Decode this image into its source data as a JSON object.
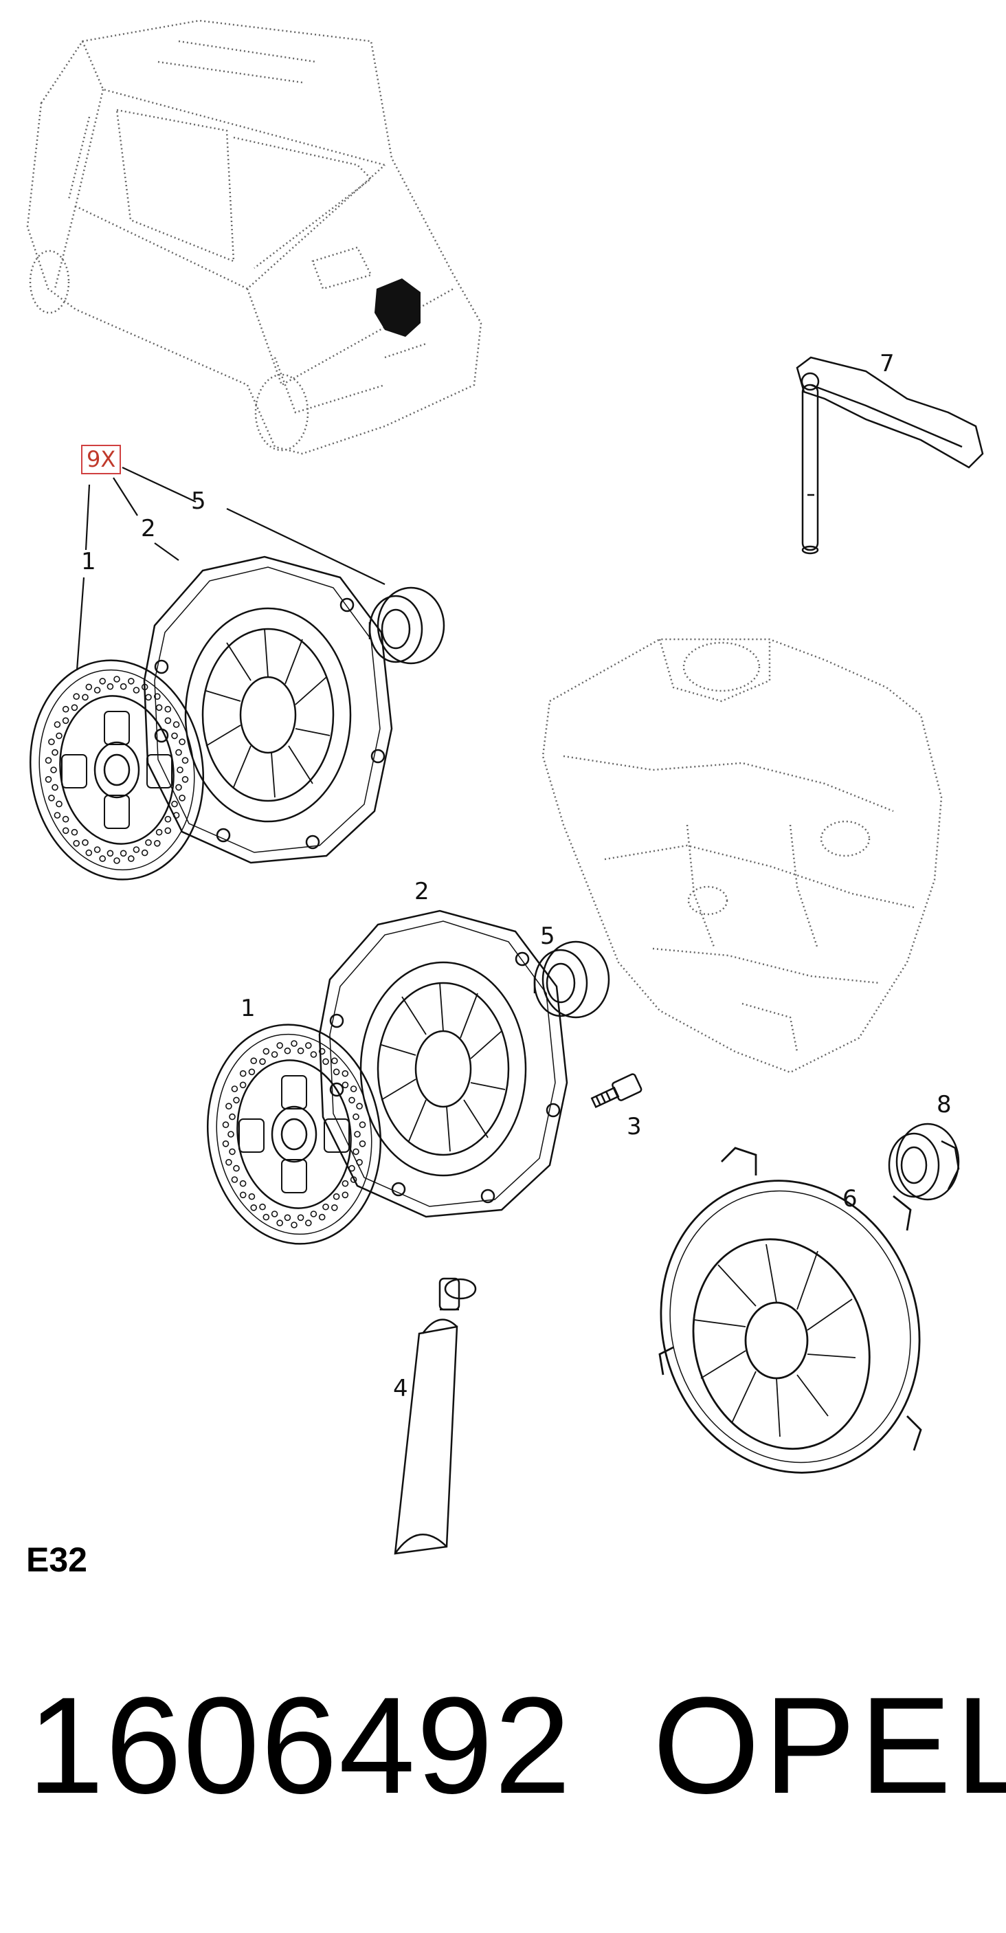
{
  "callouts": {
    "c9x": "9X",
    "c5a": "5",
    "c2a": "2",
    "c1a": "1",
    "c7": "7",
    "c2b": "2",
    "c5b": "5",
    "c1b": "1",
    "c3": "3",
    "c8": "8",
    "c6": "6",
    "c4": "4"
  },
  "footer": {
    "code": "E32",
    "part_number": "1606492",
    "brand": "OPEL"
  },
  "colors": {
    "line": "#111111",
    "dotted": "#666666",
    "highlight_box": "#d04040",
    "callout_box_text": "#c0392b"
  },
  "icons": {
    "vehicle": "van-outline-icon",
    "gearbox": "gearbox-outline-icon",
    "clutch_disc": "clutch-disc-icon",
    "pressure_plate": "pressure-plate-icon",
    "release_bearing": "release-bearing-icon",
    "release_fork": "release-fork-icon",
    "bolt": "bolt-icon",
    "grease_tube": "grease-tube-icon"
  }
}
